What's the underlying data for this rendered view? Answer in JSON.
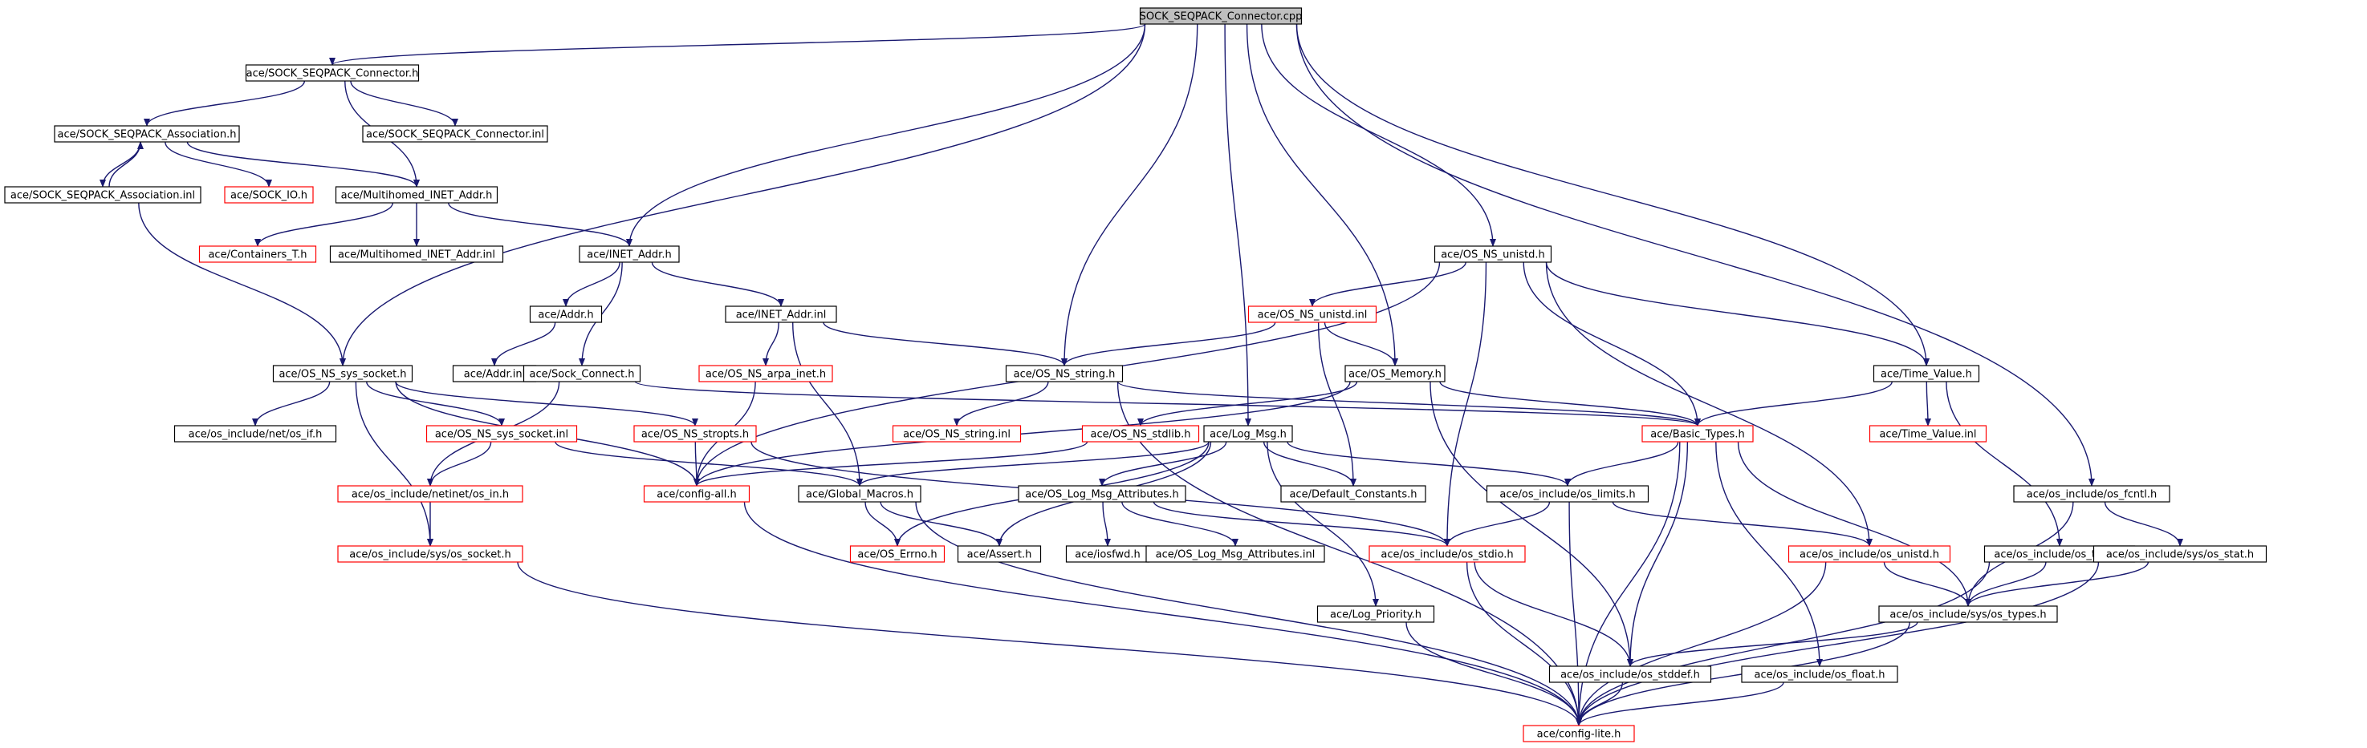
{
  "diagram": {
    "nodes": [
      {
        "id": "root",
        "label": "SOCK_SEQPACK_Connector.cpp",
        "kind": "root"
      },
      {
        "id": "conn_h",
        "label": "ace/SOCK_SEQPACK_Connector.h",
        "kind": "normal"
      },
      {
        "id": "assoc_h",
        "label": "ace/SOCK_SEQPACK_Association.h",
        "kind": "normal"
      },
      {
        "id": "conn_inl",
        "label": "ace/SOCK_SEQPACK_Connector.inl",
        "kind": "normal"
      },
      {
        "id": "assoc_inl",
        "label": "ace/SOCK_SEQPACK_Association.inl",
        "kind": "normal"
      },
      {
        "id": "sock_io",
        "label": "ace/SOCK_IO.h",
        "kind": "truncated"
      },
      {
        "id": "mh_inet_h",
        "label": "ace/Multihomed_INET_Addr.h",
        "kind": "normal"
      },
      {
        "id": "containers",
        "label": "ace/Containers_T.h",
        "kind": "truncated"
      },
      {
        "id": "mh_inet_inl",
        "label": "ace/Multihomed_INET_Addr.inl",
        "kind": "normal"
      },
      {
        "id": "inet_h",
        "label": "ace/INET_Addr.h",
        "kind": "normal"
      },
      {
        "id": "addr_h",
        "label": "ace/Addr.h",
        "kind": "normal"
      },
      {
        "id": "inet_inl",
        "label": "ace/INET_Addr.inl",
        "kind": "normal"
      },
      {
        "id": "addr_inl",
        "label": "ace/Addr.inl",
        "kind": "normal"
      },
      {
        "id": "sock_connect",
        "label": "ace/Sock_Connect.h",
        "kind": "normal"
      },
      {
        "id": "arpa_inet",
        "label": "ace/OS_NS_arpa_inet.h",
        "kind": "truncated"
      },
      {
        "id": "ns_string_h",
        "label": "ace/OS_NS_string.h",
        "kind": "normal"
      },
      {
        "id": "ns_unistd_h",
        "label": "ace/OS_NS_unistd.h",
        "kind": "normal"
      },
      {
        "id": "ns_unistd_inl",
        "label": "ace/OS_NS_unistd.inl",
        "kind": "truncated"
      },
      {
        "id": "os_memory",
        "label": "ace/OS_Memory.h",
        "kind": "normal"
      },
      {
        "id": "time_value_h",
        "label": "ace/Time_Value.h",
        "kind": "normal"
      },
      {
        "id": "time_value_inl",
        "label": "ace/Time_Value.inl",
        "kind": "truncated"
      },
      {
        "id": "sys_socket_h",
        "label": "ace/OS_NS_sys_socket.h",
        "kind": "normal"
      },
      {
        "id": "net_if",
        "label": "ace/os_include/net/os_if.h",
        "kind": "normal"
      },
      {
        "id": "sys_socket_inl",
        "label": "ace/OS_NS_sys_socket.inl",
        "kind": "truncated"
      },
      {
        "id": "stropts",
        "label": "ace/OS_NS_stropts.h",
        "kind": "truncated"
      },
      {
        "id": "ns_string_inl",
        "label": "ace/OS_NS_string.inl",
        "kind": "truncated"
      },
      {
        "id": "ns_stdlib",
        "label": "ace/OS_NS_stdlib.h",
        "kind": "truncated"
      },
      {
        "id": "log_msg",
        "label": "ace/Log_Msg.h",
        "kind": "normal"
      },
      {
        "id": "basic_types",
        "label": "ace/Basic_Types.h",
        "kind": "truncated"
      },
      {
        "id": "netinet_in",
        "label": "ace/os_include/netinet/os_in.h",
        "kind": "truncated"
      },
      {
        "id": "config_all",
        "label": "ace/config-all.h",
        "kind": "truncated"
      },
      {
        "id": "global_macros",
        "label": "ace/Global_Macros.h",
        "kind": "normal"
      },
      {
        "id": "log_msg_attr_h",
        "label": "ace/OS_Log_Msg_Attributes.h",
        "kind": "normal"
      },
      {
        "id": "default_constants",
        "label": "ace/Default_Constants.h",
        "kind": "normal"
      },
      {
        "id": "os_limits",
        "label": "ace/os_include/os_limits.h",
        "kind": "normal"
      },
      {
        "id": "os_fcntl",
        "label": "ace/os_include/os_fcntl.h",
        "kind": "normal"
      },
      {
        "id": "sys_os_socket",
        "label": "ace/os_include/sys/os_socket.h",
        "kind": "truncated"
      },
      {
        "id": "os_errno",
        "label": "ace/OS_Errno.h",
        "kind": "truncated"
      },
      {
        "id": "assert_h",
        "label": "ace/Assert.h",
        "kind": "normal"
      },
      {
        "id": "iosfwd",
        "label": "ace/iosfwd.h",
        "kind": "normal"
      },
      {
        "id": "log_msg_attr_inl",
        "label": "ace/OS_Log_Msg_Attributes.inl",
        "kind": "normal"
      },
      {
        "id": "os_stdio",
        "label": "ace/os_include/os_stdio.h",
        "kind": "truncated"
      },
      {
        "id": "os_unistd",
        "label": "ace/os_include/os_unistd.h",
        "kind": "truncated"
      },
      {
        "id": "os_time",
        "label": "ace/os_include/os_time.h",
        "kind": "normal"
      },
      {
        "id": "sys_os_stat",
        "label": "ace/os_include/sys/os_stat.h",
        "kind": "normal"
      },
      {
        "id": "log_priority",
        "label": "ace/Log_Priority.h",
        "kind": "normal"
      },
      {
        "id": "sys_os_types",
        "label": "ace/os_include/sys/os_types.h",
        "kind": "normal"
      },
      {
        "id": "os_stddef",
        "label": "ace/os_include/os_stddef.h",
        "kind": "normal"
      },
      {
        "id": "os_float",
        "label": "ace/os_include/os_float.h",
        "kind": "normal"
      },
      {
        "id": "config_lite",
        "label": "ace/config-lite.h",
        "kind": "truncated"
      }
    ],
    "edges": [
      [
        "root",
        "conn_h"
      ],
      [
        "root",
        "inet_h"
      ],
      [
        "root",
        "sys_socket_h"
      ],
      [
        "root",
        "ns_string_h"
      ],
      [
        "root",
        "log_msg"
      ],
      [
        "root",
        "os_memory"
      ],
      [
        "root",
        "ns_unistd_h"
      ],
      [
        "root",
        "time_value_h"
      ],
      [
        "root",
        "os_fcntl"
      ],
      [
        "conn_h",
        "assoc_h"
      ],
      [
        "conn_h",
        "mh_inet_h"
      ],
      [
        "conn_h",
        "conn_inl"
      ],
      [
        "assoc_h",
        "assoc_inl"
      ],
      [
        "assoc_h",
        "sock_io"
      ],
      [
        "assoc_h",
        "mh_inet_h"
      ],
      [
        "assoc_inl",
        "assoc_h"
      ],
      [
        "assoc_inl",
        "sys_socket_h"
      ],
      [
        "mh_inet_h",
        "containers"
      ],
      [
        "mh_inet_h",
        "mh_inet_inl"
      ],
      [
        "mh_inet_h",
        "inet_h"
      ],
      [
        "inet_h",
        "addr_h"
      ],
      [
        "inet_h",
        "inet_inl"
      ],
      [
        "inet_h",
        "sock_connect"
      ],
      [
        "addr_h",
        "addr_inl"
      ],
      [
        "inet_inl",
        "arpa_inet"
      ],
      [
        "inet_inl",
        "ns_string_h"
      ],
      [
        "inet_inl",
        "global_macros"
      ],
      [
        "ns_unistd_h",
        "ns_unistd_inl"
      ],
      [
        "ns_unistd_h",
        "time_value_h"
      ],
      [
        "ns_unistd_h",
        "basic_types"
      ],
      [
        "ns_unistd_h",
        "config_all"
      ],
      [
        "ns_unistd_h",
        "os_stdio"
      ],
      [
        "ns_unistd_h",
        "os_unistd"
      ],
      [
        "ns_unistd_inl",
        "ns_string_h"
      ],
      [
        "ns_unistd_inl",
        "os_memory"
      ],
      [
        "ns_unistd_inl",
        "default_constants"
      ],
      [
        "sys_socket_h",
        "net_if"
      ],
      [
        "sys_socket_h",
        "sys_socket_inl"
      ],
      [
        "sys_socket_h",
        "stropts"
      ],
      [
        "sys_socket_h",
        "config_all"
      ],
      [
        "sys_socket_h",
        "sys_os_socket"
      ],
      [
        "sock_connect",
        "netinet_in"
      ],
      [
        "sock_connect",
        "basic_types"
      ],
      [
        "arpa_inet",
        "config_all"
      ],
      [
        "ns_string_h",
        "ns_string_inl"
      ],
      [
        "ns_string_h",
        "basic_types"
      ],
      [
        "ns_string_h",
        "config_lite"
      ],
      [
        "os_memory",
        "ns_stdlib"
      ],
      [
        "os_memory",
        "basic_types"
      ],
      [
        "os_memory",
        "config_all"
      ],
      [
        "os_memory",
        "os_stddef"
      ],
      [
        "time_value_h",
        "basic_types"
      ],
      [
        "time_value_h",
        "time_value_inl"
      ],
      [
        "time_value_h",
        "os_time"
      ],
      [
        "sys_socket_inl",
        "netinet_in"
      ],
      [
        "sys_socket_inl",
        "global_macros"
      ],
      [
        "stropts",
        "config_all"
      ],
      [
        "stropts",
        "os_stdio"
      ],
      [
        "ns_stdlib",
        "config_all"
      ],
      [
        "log_msg",
        "global_macros"
      ],
      [
        "log_msg",
        "default_constants"
      ],
      [
        "log_msg",
        "log_msg_attr_h"
      ],
      [
        "log_msg",
        "os_limits"
      ],
      [
        "log_msg",
        "assert_h"
      ],
      [
        "log_msg",
        "os_errno"
      ],
      [
        "log_msg",
        "log_priority"
      ],
      [
        "basic_types",
        "os_limits"
      ],
      [
        "basic_types",
        "sys_os_types"
      ],
      [
        "basic_types",
        "os_stddef"
      ],
      [
        "basic_types",
        "os_float"
      ],
      [
        "basic_types",
        "config_lite"
      ],
      [
        "netinet_in",
        "sys_os_socket"
      ],
      [
        "config_all",
        "config_lite"
      ],
      [
        "global_macros",
        "os_errno"
      ],
      [
        "global_macros",
        "assert_h"
      ],
      [
        "global_macros",
        "config_lite"
      ],
      [
        "log_msg_attr_h",
        "iosfwd"
      ],
      [
        "log_msg_attr_h",
        "log_msg_attr_inl"
      ],
      [
        "log_msg_attr_h",
        "os_stdio"
      ],
      [
        "os_limits",
        "os_stdio"
      ],
      [
        "os_limits",
        "os_unistd"
      ],
      [
        "os_limits",
        "config_lite"
      ],
      [
        "os_fcntl",
        "sys_os_types"
      ],
      [
        "os_fcntl",
        "sys_os_stat"
      ],
      [
        "sys_os_socket",
        "config_lite"
      ],
      [
        "os_stdio",
        "os_stddef"
      ],
      [
        "os_stdio",
        "config_lite"
      ],
      [
        "os_unistd",
        "sys_os_types"
      ],
      [
        "os_unistd",
        "config_lite"
      ],
      [
        "os_time",
        "sys_os_types"
      ],
      [
        "os_time",
        "config_lite"
      ],
      [
        "sys_os_stat",
        "sys_os_types"
      ],
      [
        "sys_os_stat",
        "config_lite"
      ],
      [
        "log_priority",
        "config_lite"
      ],
      [
        "sys_os_types",
        "os_stddef"
      ],
      [
        "sys_os_types",
        "config_lite"
      ],
      [
        "os_stddef",
        "config_lite"
      ],
      [
        "os_float",
        "config_lite"
      ]
    ]
  }
}
